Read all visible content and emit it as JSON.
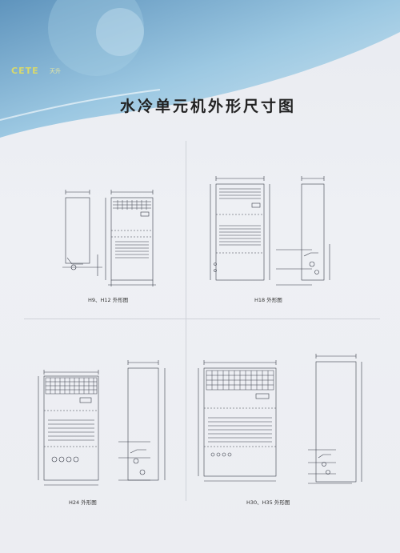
{
  "brand": {
    "logo_text": "CETE",
    "logo_sub": "天升"
  },
  "title": "水冷单元机外形尺寸图",
  "captions": {
    "h9": "H9、H12 外形图",
    "h18": "H18 外形图",
    "h24": "H24 外形图",
    "h30": "H30、H35 外形图"
  },
  "colors": {
    "banner": "#8fc0df",
    "banner_light": "#cfe6f2",
    "ink": "#3a3f4a"
  }
}
